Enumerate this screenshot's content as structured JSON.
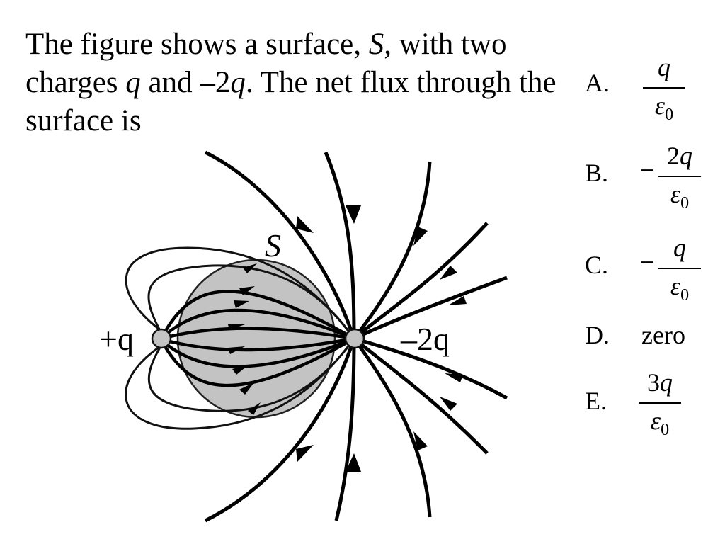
{
  "question": {
    "p1": "The figure shows a surface, ",
    "S": "S",
    "p2": ", with two charges ",
    "q": "q",
    "p3": " and –2",
    "q2": "q",
    "p4": ".  The net flux through the surface is"
  },
  "diagram": {
    "surface_label": "S",
    "pos_charge_label": "+q",
    "neg_charge_label": "–2q"
  },
  "options": [
    {
      "letter": "A.",
      "sign": "",
      "coef": "",
      "var": "q",
      "den": "ε",
      "sub": "0"
    },
    {
      "letter": "B.",
      "sign": "−",
      "coef": "2",
      "var": "q",
      "den": "ε",
      "sub": "0"
    },
    {
      "letter": "C.",
      "sign": "−",
      "coef": "",
      "var": "q",
      "den": "ε",
      "sub": "0"
    },
    {
      "letter": "D.",
      "text": "zero"
    },
    {
      "letter": "E.",
      "sign": "",
      "coef": "3",
      "var": "q",
      "den": "ε",
      "sub": "0"
    }
  ]
}
